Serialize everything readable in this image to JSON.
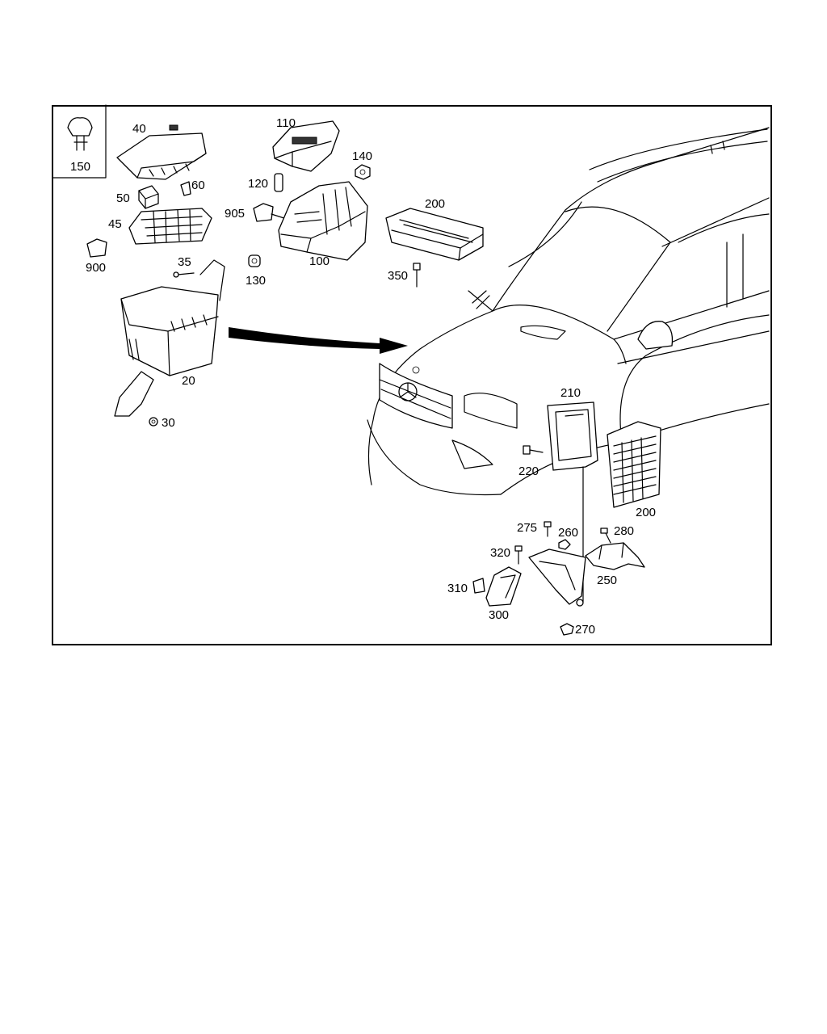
{
  "labels": {
    "l150": "150",
    "l40": "40",
    "l60": "60",
    "l50": "50",
    "l45": "45",
    "l900": "900",
    "l35": "35",
    "l20": "20",
    "l30": "30",
    "l110": "110",
    "l120": "120",
    "l905": "905",
    "l100": "100",
    "l130": "130",
    "l140": "140",
    "l200a": "200",
    "l350": "350",
    "l210": "210",
    "l220": "220",
    "l200b": "200",
    "l275": "275",
    "l260": "260",
    "l280": "280",
    "l320": "320",
    "l250": "250",
    "l310": "310",
    "l300": "300",
    "l270": "270"
  },
  "colors": {
    "line": "#000000",
    "background": "#ffffff"
  }
}
